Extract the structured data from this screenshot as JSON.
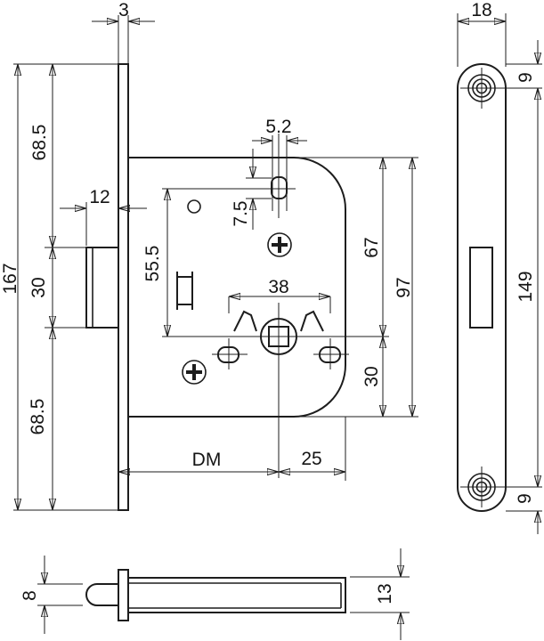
{
  "drawing": {
    "type": "technical-dimension-drawing",
    "subject": "mortise-lock",
    "background": "#ffffff",
    "line_color": "#1d1d1d",
    "main_view": {
      "faceplate_thickness": "3",
      "top_to_latch": "68.5",
      "latch_projection": "12",
      "total_height": "167",
      "latch_height": "30",
      "latch_to_bottom": "68.5",
      "slot_width": "5.2",
      "slot_height": "7.5",
      "slot_to_spindle": "55.5",
      "screw_centres": "38",
      "top_to_spindle": "67",
      "case_height": "97",
      "spindle_to_case_bottom": "30",
      "backset_label": "DM",
      "spindle_to_case_edge": "25"
    },
    "plate_view": {
      "width": "18",
      "top_to_hole": "9",
      "hole_centres": "149",
      "hole_to_bottom": "9"
    },
    "side_view": {
      "latch_thickness": "8",
      "case_thickness": "13"
    }
  }
}
